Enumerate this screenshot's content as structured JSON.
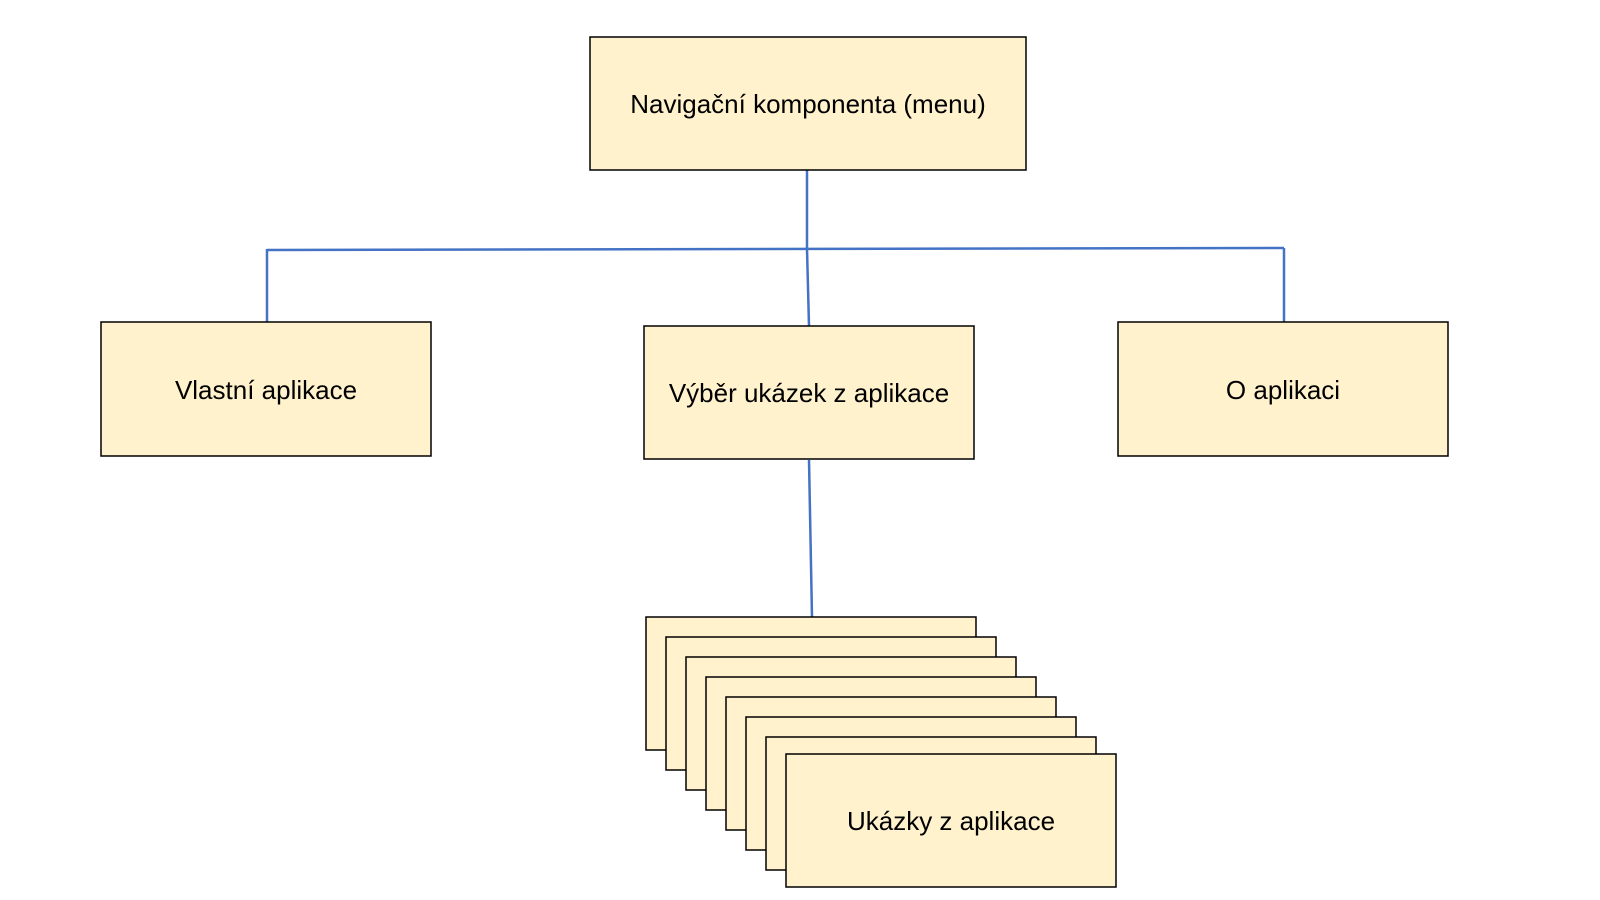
{
  "diagram": {
    "nodes": {
      "root": {
        "label": "Navigační komponenta (menu)"
      },
      "own_app": {
        "label": "Vlastní aplikace"
      },
      "samples_selection": {
        "label": "Výběr ukázek z aplikace"
      },
      "about": {
        "label": "O aplikaci"
      },
      "samples": {
        "label": "Ukázky z aplikace"
      }
    }
  },
  "colors": {
    "node_fill": "#FFF2CC",
    "node_border": "#000000",
    "connector": "#4472C4"
  }
}
